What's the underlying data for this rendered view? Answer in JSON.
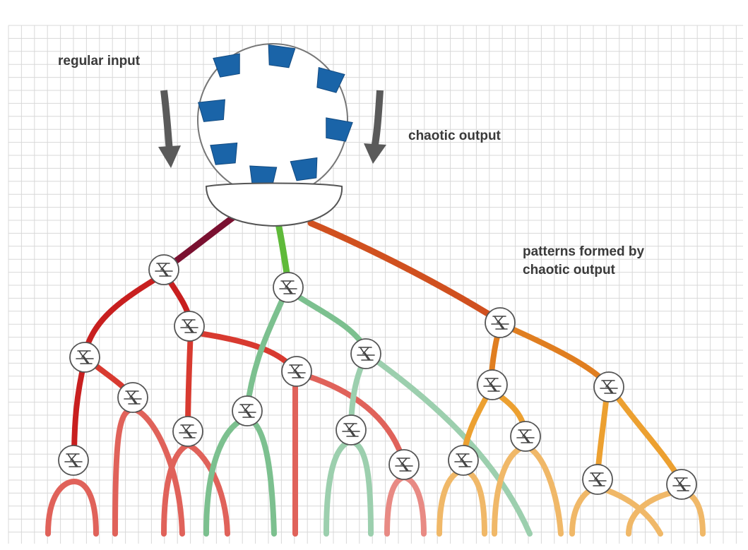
{
  "labels": {
    "regular_input": "regular input",
    "chaotic_output": "chaotic output",
    "patterns_line1": "patterns formed by",
    "patterns_line2": "chaotic output"
  },
  "colors": {
    "grid": "#d8d8d8",
    "bucket": "#1a64a8",
    "arrow": "#5a5a5a",
    "branch_darkred": "#7a1030",
    "branch_red": "#c81f1f",
    "branch_brightred": "#d83a30",
    "branch_salmon": "#e0625a",
    "branch_lightsalmon": "#e88a84",
    "branch_green": "#5fba3a",
    "branch_seagreen": "#7cc08f",
    "branch_palegreen": "#9ccfae",
    "branch_rust": "#d0501f",
    "branch_orange": "#e07e20",
    "branch_amber": "#eca030",
    "branch_peach": "#f0b868"
  },
  "icons": {
    "waterwheel": "waterwheel-icon",
    "basin": "basin-icon",
    "junction": "cross-junction-icon",
    "arrow_down": "arrow-down-icon"
  }
}
